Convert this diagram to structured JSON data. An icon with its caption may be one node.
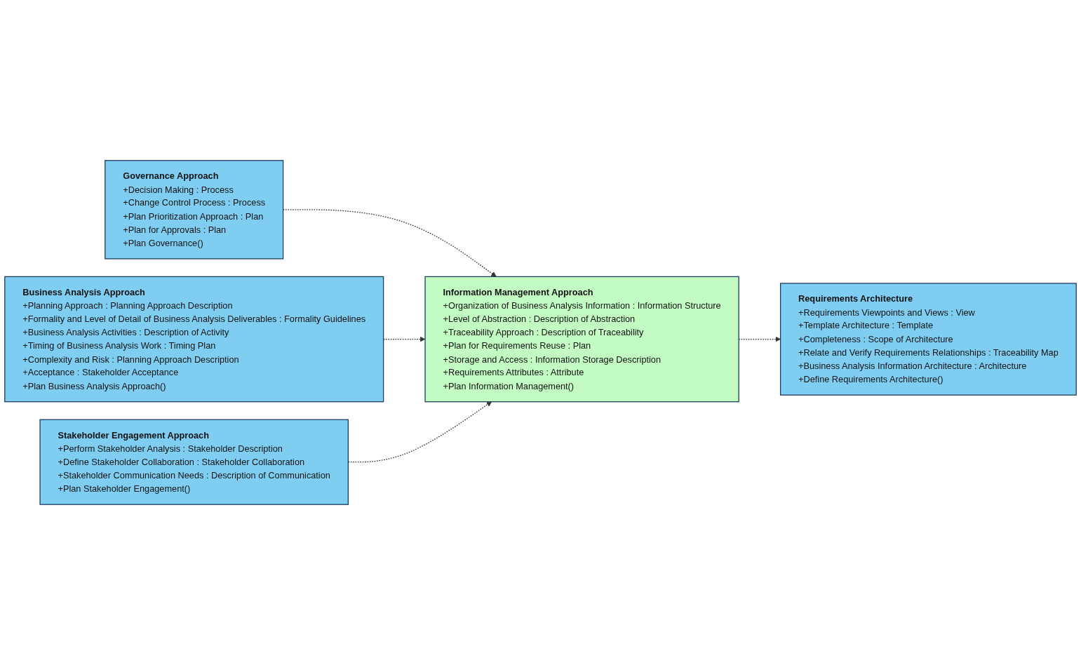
{
  "diagram": {
    "nodes": [
      {
        "text": [
          "Governance Approach",
          "+Decision Making : Process",
          "+Change Control Process : Process",
          "+Plan Prioritization Approach : Plan",
          "+Plan for Approvals : Plan",
          "+Plan Governance()"
        ]
      },
      {
        "text": [
          "Business Analysis Approach",
          "+Planning Approach : Planning Approach Description",
          "+Formality and Level of Detail of Business Analysis Deliverables : Formality Guidelines",
          "+Business Analysis Activities : Description of Activity",
          "+Timing of Business Analysis Work : Timing Plan",
          "+Complexity and Risk : Planning Approach Description",
          "+Acceptance : Stakeholder Acceptance",
          "+Plan Business Analysis Approach()"
        ]
      },
      {
        "text": [
          "Stakeholder Engagement Approach",
          "+Perform Stakeholder Analysis : Stakeholder Description",
          "+Define Stakeholder Collaboration : Stakeholder Collaboration",
          "+Stakeholder Communication Needs : Description of Communication",
          "+Plan Stakeholder Engagement()"
        ]
      },
      {
        "text": [
          "Information Management Approach",
          "+Organization of Business Analysis Information : Information Structure",
          "+Level of Abstraction : Description of Abstraction",
          "+Traceability Approach : Description of Traceability",
          "+Plan for Requirements Reuse : Plan",
          "+Storage and Access : Information Storage Description",
          "+Requirements Attributes : Attribute",
          "+Plan Information Management()"
        ]
      },
      {
        "text": [
          "Requirements Architecture",
          "+Requirements Viewpoints and Views : View",
          "+Template Architecture : Template",
          "+Completeness : Scope of Architecture",
          "+Relate and Verify Requirements Relationships : Traceability Map",
          "+Business Analysis Information Architecture : Architecture",
          "+Define Requirements Architecture()"
        ]
      }
    ],
    "edges": [
      {
        "from": 0,
        "to": 3,
        "arrow": "to",
        "style": "dashed"
      },
      {
        "from": 1,
        "to": 3,
        "arrow": "to",
        "style": "dashed"
      },
      {
        "from": 2,
        "to": 3,
        "arrow": "to",
        "style": "dashed"
      },
      {
        "from": 3,
        "to": 4,
        "arrow": "to",
        "style": "dashed"
      }
    ]
  }
}
